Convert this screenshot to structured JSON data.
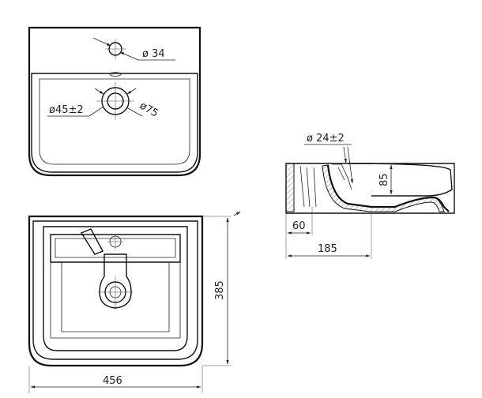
{
  "top_view": {
    "tap_hole_diameter": "ø 34",
    "drain_diameter": "ø45±2",
    "overflow_diameter": "ø75"
  },
  "section_view": {
    "overflow_diameter": "ø 24±2",
    "depth": "85",
    "offset": "60",
    "projection": "185"
  },
  "front_view": {
    "height": "385",
    "width": "456"
  }
}
